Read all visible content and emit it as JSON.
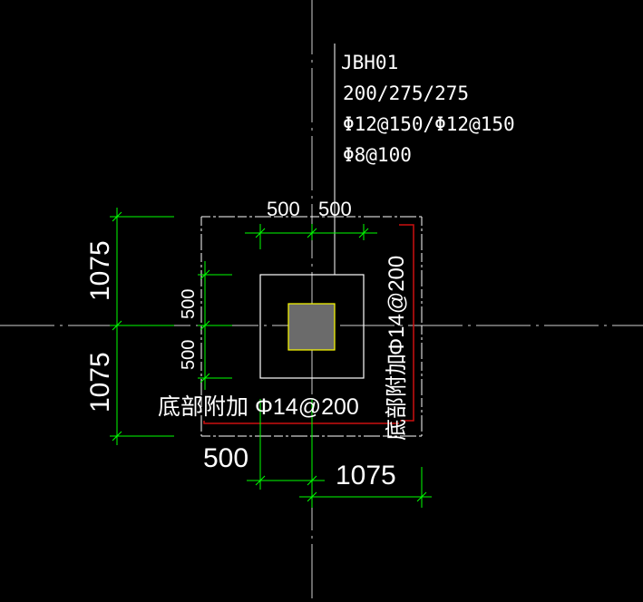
{
  "colors": {
    "background": "#000000",
    "dimension_line": "#00ff00",
    "outline": "#ffffff",
    "axis": "#d0d0d0",
    "rebar_line": "#cc1111",
    "column_fill": "#6b6b6b",
    "column_border": "#ffff00",
    "text": "#ffffff"
  },
  "label": {
    "id": "JBH01",
    "thickness": "200/275/275",
    "rebar_main": "Φ12@150/Φ12@150",
    "rebar_stirrup": "Φ8@100"
  },
  "dimensions": {
    "top_left": "500",
    "top_right": "500",
    "left_upper": "1075",
    "left_lower": "1075",
    "inner_upper": "500",
    "inner_lower": "500",
    "bottom_left": "500",
    "bottom_right": "1075"
  },
  "annotations": {
    "bottom_rebar": "底部附加 Φ14@200",
    "right_rebar_text": "底部附加",
    "right_rebar_spec": "Φ14@200"
  }
}
